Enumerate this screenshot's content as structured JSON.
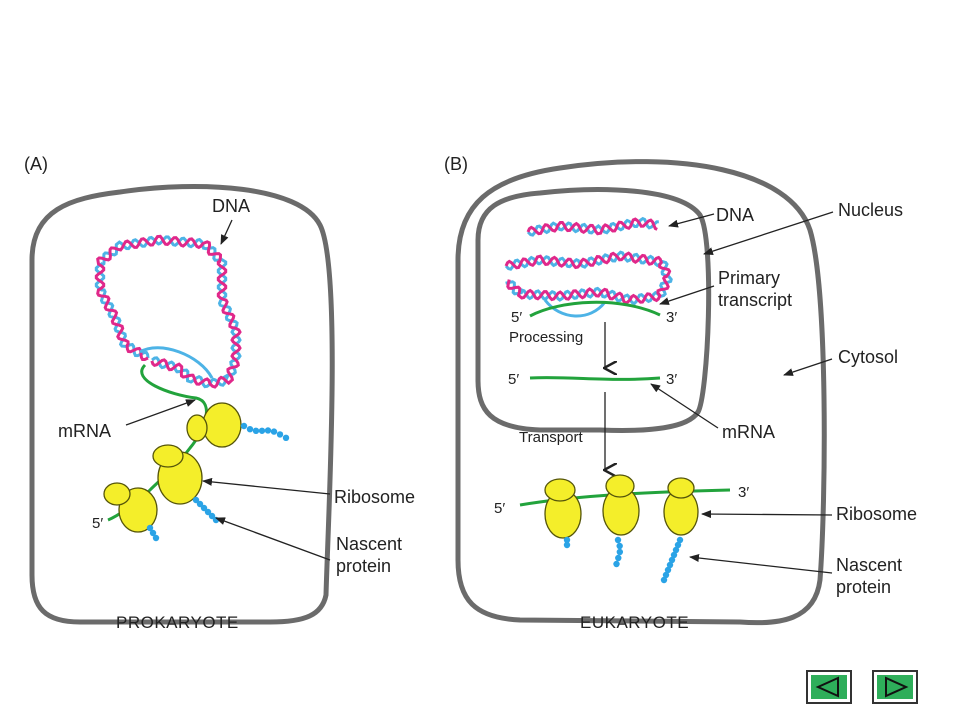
{
  "panels": {
    "a": {
      "letter": "(A)",
      "caption": "PROKARYOTE",
      "labels": {
        "dna": "DNA",
        "mrna": "mRNA",
        "ribosome": "Ribosome",
        "nascent_1": "Nascent",
        "nascent_2": "protein",
        "five_prime": "5′"
      }
    },
    "b": {
      "letter": "(B)",
      "caption": "EUKARYOTE",
      "labels": {
        "dna": "DNA",
        "nucleus": "Nucleus",
        "primary_1": "Primary",
        "primary_2": "transcript",
        "processing": "Processing",
        "cytosol": "Cytosol",
        "mrna": "mRNA",
        "transport": "Transport",
        "ribosome": "Ribosome",
        "nascent_1": "Nascent",
        "nascent_2": "protein",
        "five_prime_1": "5′",
        "three_prime_1": "3′",
        "five_prime_2": "5′",
        "three_prime_2": "3′",
        "five_prime_3": "5′",
        "three_prime_3": "3′"
      }
    }
  },
  "nav": {
    "prev_icon": "triangle-left-icon",
    "next_icon": "triangle-right-icon"
  },
  "colors": {
    "dna_strand_1": "#4db3e6",
    "dna_strand_2": "#e0288a",
    "rna": "#22a33c",
    "ribosome": "#f4ee2a",
    "protein": "#2aa3e6",
    "cell": "#6b6b6b",
    "nav": "#2eae5a"
  }
}
